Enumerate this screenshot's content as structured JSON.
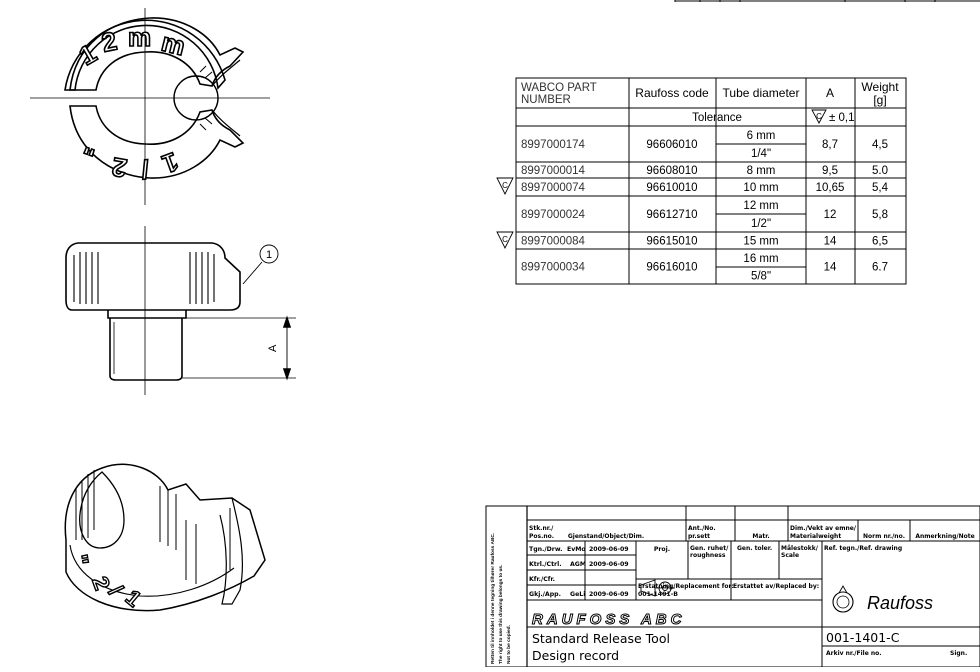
{
  "balloon": "1",
  "dimension_label": "A",
  "table": {
    "headers": {
      "part": "WABCO PART NUMBER",
      "raufoss": "Raufoss code",
      "tube": "Tube diameter",
      "a": "A",
      "weight_line1": "Weight",
      "weight_line2": "[g]"
    },
    "tolerance_label": "Tolerance",
    "tolerance_symbol": "C",
    "tolerance_value": "± 0,1",
    "rows": [
      {
        "part": "8997000174",
        "code": "96606010",
        "tube": [
          "6 mm",
          "1/4\""
        ],
        "a": "8,7",
        "weight": "4,5",
        "marked": false
      },
      {
        "part": "8997000014",
        "code": "96608010",
        "tube": [
          "8 mm"
        ],
        "a": "9,5",
        "weight": "5.0",
        "marked": false
      },
      {
        "part": "8997000074",
        "code": "96610010",
        "tube": [
          "10 mm"
        ],
        "a": "10,65",
        "weight": "5,4",
        "marked": true
      },
      {
        "part": "8997000024",
        "code": "96612710",
        "tube": [
          "12 mm",
          "1/2\""
        ],
        "a": "12",
        "weight": "5,8",
        "marked": false
      },
      {
        "part": "8997000084",
        "code": "96615010",
        "tube": [
          "15 mm"
        ],
        "a": "14",
        "weight": "6,5",
        "marked": true
      },
      {
        "part": "8997000034",
        "code": "96616010",
        "tube": [
          "16 mm",
          "5/8\""
        ],
        "a": "14",
        "weight": "6.7",
        "marked": false
      }
    ],
    "row_marker": "C"
  },
  "title_block": {
    "side_note": "Retten til innholdet i denne tegning tilhører Raufoss ABC. The right to use this drawing belongs to us. Not to be copied.",
    "stk_nr": "Stk.nr./ Pos.no.",
    "gjenstand": "Gjenstand/Object/Dim.",
    "ant_no": "Ant./No. pr.sett",
    "matr": "Matr.",
    "dim_vekt": "Dim./Vekt av emne/ Materialweight",
    "norm": "Norm nr./no.",
    "anmerkning": "Anmerkning/Note",
    "tgn_label": "Tgn./Drw.",
    "tgn_name": "EvMo",
    "tgn_date": "2009-06-09",
    "ktrl_label": "Ktrl./Ctrl.",
    "ktrl_name": "AGM",
    "ktrl_date": "2009-06-09",
    "kfr_label": "Kfr./Cfr.",
    "gkj_label": "Gkj./App.",
    "gkj_name": "GeLi",
    "gkj_date": "2009-06-09",
    "proj": "Proj.",
    "gen_ruhet": "Gen. ruhet/ roughness",
    "gen_toler": "Gen. toler.",
    "malestokk": "Målestokk/ Scale",
    "ref_tegn": "Ref. tegn./Ref. drawing",
    "erstatning": "Erstatning/Replacement for:",
    "erstatning_value": "001-1401-B",
    "erstattet": "Erstattet av/Replaced by:",
    "company_banner": "RAUFOSS ABC",
    "company_logo_text": "Raufoss",
    "title_line1": "Standard Release Tool",
    "title_line2": "Design record",
    "drawing_no": "001-1401-C",
    "arkiv": "Arkiv nr./File no.",
    "sign": "Sign."
  }
}
